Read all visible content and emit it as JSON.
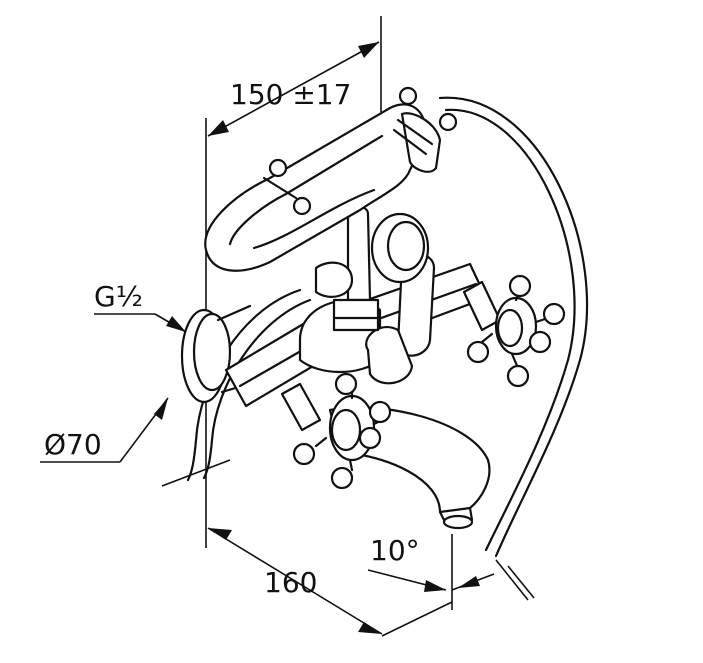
{
  "dimensions": {
    "projection": "150 ±17",
    "thread": "G½",
    "rosette_diameter": "Ø70",
    "centers": "160",
    "spout_angle": "10°"
  },
  "colors": {
    "line": "#111111",
    "background": "#ffffff"
  }
}
